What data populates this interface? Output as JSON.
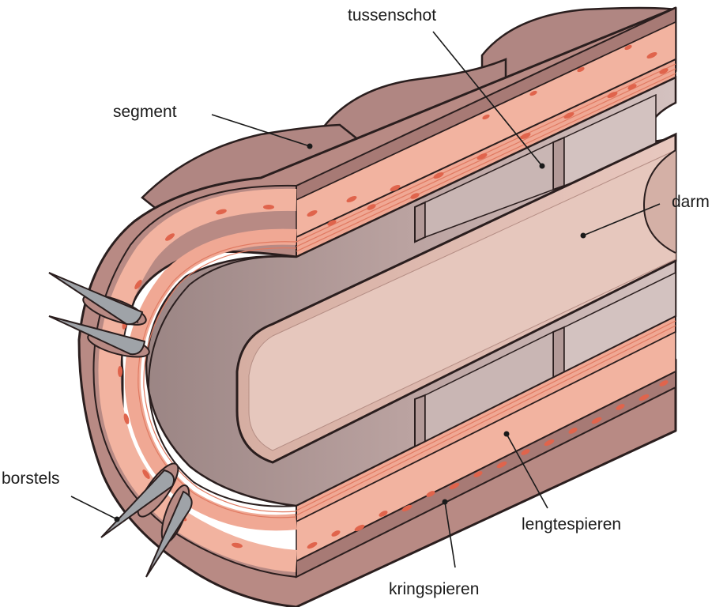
{
  "labels": {
    "segment": "segment",
    "tussenschot": "tussenschot",
    "darm": "darm",
    "borstels": "borstels",
    "lengtespieren": "lengtespieren",
    "kringspieren": "kringspieren"
  },
  "colors": {
    "skin": "#b88a84",
    "skin_dark": "#9c716c",
    "muscle_pink": "#f2b3a0",
    "muscle_dot": "#e0644c",
    "long_line": "#e07a62",
    "cavity": "#c2a6a3",
    "cavity_light": "#d8c6c4",
    "gut": "#e3bdb2",
    "gut_edge": "#c99e94",
    "bristle": "#9fa3a8",
    "outline": "#2a1e1e"
  }
}
